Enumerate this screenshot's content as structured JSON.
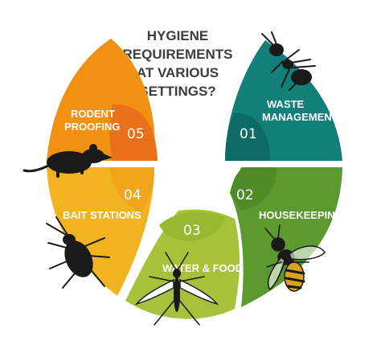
{
  "title": {
    "line1": "HYGIENE",
    "line2": "REQUIREMENTS",
    "line3": "AT VARIOUS",
    "line4": "SETTINGS?"
  },
  "segments": [
    {
      "number": "01",
      "label_line1": "WASTE",
      "label_line2": "MANAGEMENT",
      "color": "#127f78",
      "insect_icon": "ant-icon"
    },
    {
      "number": "02",
      "label_line1": "HOUSEKEEPING",
      "label_line2": "",
      "color": "#5c9a2f",
      "insect_icon": "wasp-icon"
    },
    {
      "number": "03",
      "label_line1": "WATER & FOOD",
      "label_line2": "",
      "color": "#a6c23a",
      "insect_icon": "mosquito-icon"
    },
    {
      "number": "04",
      "label_line1": "BAIT STATIONS",
      "label_line2": "",
      "color": "#f2b321",
      "insect_icon": "cockroach-icon"
    },
    {
      "number": "05",
      "label_line1": "RODENT",
      "label_line2": "PROOFING",
      "color": "#f29111",
      "insect_icon": "rat-icon"
    }
  ]
}
